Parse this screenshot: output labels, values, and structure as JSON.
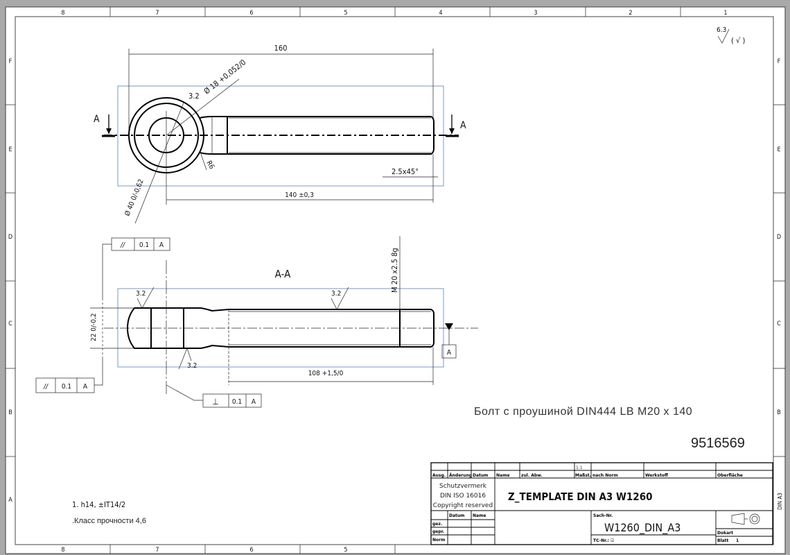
{
  "sheet": {
    "columns": [
      "8",
      "7",
      "6",
      "5",
      "4",
      "3",
      "2",
      "1"
    ],
    "rows": [
      "F",
      "E",
      "D",
      "C",
      "B",
      "A"
    ],
    "bottom_columns": [
      "8",
      "7",
      "6",
      "5"
    ]
  },
  "surface_symbol": {
    "value": "6.3",
    "extra": "( √ )"
  },
  "top_view": {
    "dim_overall": "160",
    "dim_length": "140 ±0,3",
    "chamfer": "2.5x45°",
    "hole_dia": "Ø 18 +0,052/0",
    "eye_dia": "Ø 40 0/-0,62",
    "roughness": "3.2",
    "radius": "R6",
    "section_label_left": "A",
    "section_label_right": "A"
  },
  "section_view": {
    "title": "A-A",
    "thread": "M 20 x2.5 8g",
    "dim_thickness": "22 0/-0,2",
    "dim_thread_length": "108 +1,5/0",
    "roughness_1": "3.2",
    "roughness_2": "3.2",
    "roughness_3": "3.2",
    "datum": "A",
    "fcf_top": {
      "symbol": "//",
      "tol": "0.1",
      "datum": "A"
    },
    "fcf_bottom": {
      "symbol": "//",
      "tol": "0.1",
      "datum": "A"
    },
    "fcf_perp": {
      "symbol": "⊥",
      "tol": "0.1",
      "datum": "A"
    }
  },
  "part_name": "Болт с проушиной DIN444 LB M20 x 140",
  "part_number": "9516569",
  "notes": [
    "1. h14,  ±IT14/2",
    ".Класс прочности 4,6"
  ],
  "title_block": {
    "header": [
      "Ausg.",
      "Änderung",
      "Datum",
      "Name",
      "zul. Abw.",
      "Maßst.",
      "nach Norm",
      "Werkstoff",
      "Oberfläche"
    ],
    "scale": "1:1",
    "protection": [
      "Schutzvermerk",
      "DIN ISO 16016",
      "Copyright reserved"
    ],
    "title": "Z_TEMPLATE DIN A3 W1260",
    "sub_header": [
      "Datum",
      "Name"
    ],
    "row_labels": [
      "gez.",
      "gepr.",
      "Norm"
    ],
    "sach_label": "Sach-Nr.",
    "sach_nr": "W1260_DIN_A3",
    "tc_label": "TC-Nr.: ☑",
    "dokart_label": "Dokart",
    "blatt_label": "Blatt",
    "blatt_value": "1",
    "format": "DIN A3"
  }
}
